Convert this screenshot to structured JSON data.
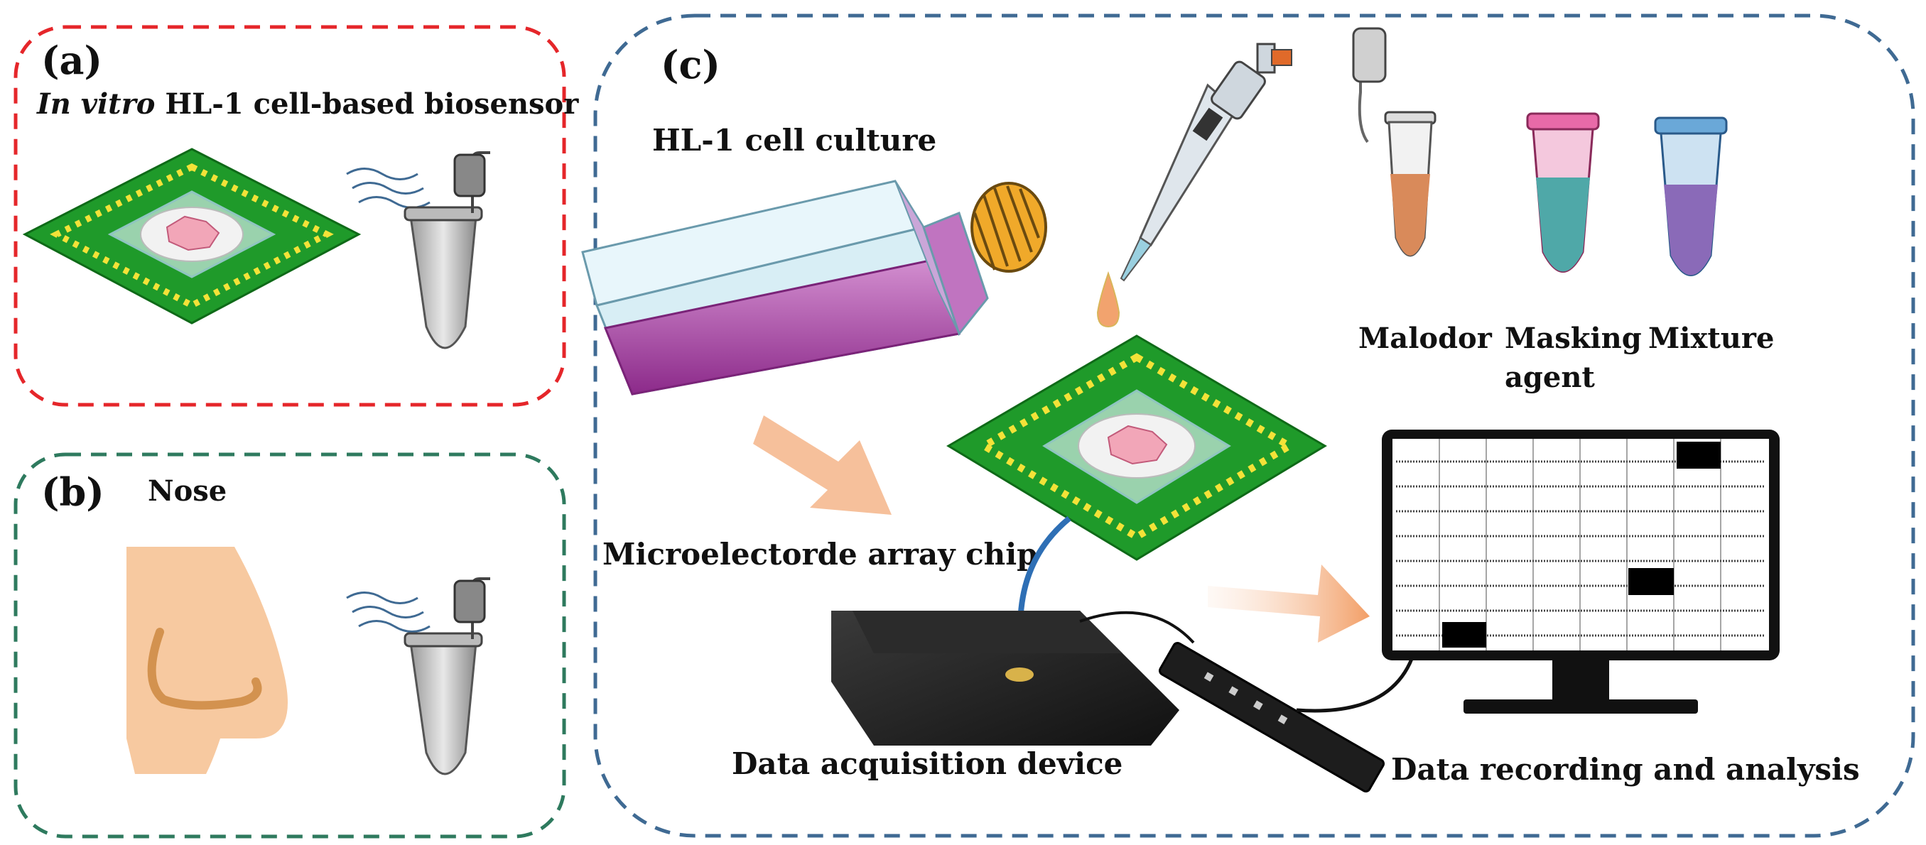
{
  "panel_a": {
    "label": "(a)",
    "title_italic": "In vitro",
    "title_rest": " HL-1 cell-based biosensor",
    "border_color": "#e5262a"
  },
  "panel_b": {
    "label": "(b)",
    "title": "Nose",
    "border_color": "#2e7a5e"
  },
  "panel_c": {
    "label": "(c)",
    "border_color": "#3f6a93",
    "culture_label": "HL-1 cell culture",
    "chip_label": "Microelectorde array chip",
    "daq_label": "Data acquisition  device",
    "recording_label": "Data recording and analysis",
    "tubes": [
      {
        "label_lines": [
          "Malodor"
        ],
        "liquid_color": "#d98a5a"
      },
      {
        "label_lines": [
          "Masking",
          "agent"
        ],
        "liquid_color": "#4fa8a8"
      },
      {
        "label_lines": [
          "Mixture"
        ],
        "liquid_color": "#8a6ab8"
      }
    ]
  },
  "colors": {
    "chip_green": "#1f9a2a",
    "chip_pads": "#f3e238",
    "nose_skin": "#f7c9a0",
    "arrow_orange": "#f2a36e",
    "cable_blue": "#2e6fb5",
    "flask_purple": "#b04cae"
  }
}
